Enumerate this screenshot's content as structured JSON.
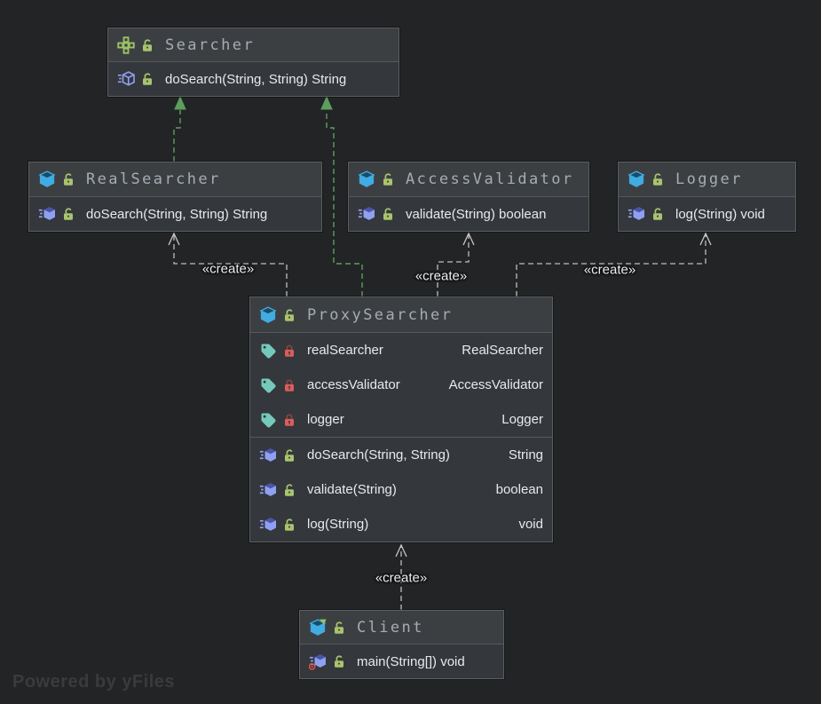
{
  "watermark": "Powered by yFiles",
  "edges": {
    "create_label": "«create»",
    "relations": [
      {
        "from": "RealSearcher",
        "to": "Searcher",
        "type": "realization"
      },
      {
        "from": "ProxySearcher",
        "to": "Searcher",
        "type": "realization"
      },
      {
        "from": "ProxySearcher",
        "to": "RealSearcher",
        "type": "create"
      },
      {
        "from": "ProxySearcher",
        "to": "AccessValidator",
        "type": "create"
      },
      {
        "from": "ProxySearcher",
        "to": "Logger",
        "type": "create"
      },
      {
        "from": "Client",
        "to": "ProxySearcher",
        "type": "create"
      }
    ]
  },
  "nodes": {
    "searcher": {
      "kind": "interface",
      "title": "Searcher",
      "members": [
        {
          "text": "doSearch(String, String) String"
        }
      ]
    },
    "real_searcher": {
      "kind": "class",
      "title": "RealSearcher",
      "members": [
        {
          "text": "doSearch(String, String) String"
        }
      ]
    },
    "access_validator": {
      "kind": "class",
      "title": "AccessValidator",
      "members": [
        {
          "text": "validate(String) boolean"
        }
      ]
    },
    "logger": {
      "kind": "class",
      "title": "Logger",
      "members": [
        {
          "text": "log(String) void"
        }
      ]
    },
    "proxy_searcher": {
      "kind": "class",
      "title": "ProxySearcher",
      "fields": [
        {
          "name": "realSearcher",
          "type": "RealSearcher"
        },
        {
          "name": "accessValidator",
          "type": "AccessValidator"
        },
        {
          "name": "logger",
          "type": "Logger"
        }
      ],
      "methods": [
        {
          "name": "doSearch(String, String)",
          "type": "String"
        },
        {
          "name": "validate(String)",
          "type": "boolean"
        },
        {
          "name": "log(String)",
          "type": "void"
        }
      ]
    },
    "client": {
      "kind": "class",
      "title": "Client",
      "members": [
        {
          "text": "main(String[]) void"
        }
      ]
    }
  },
  "colors": {
    "canvas": "#232426",
    "node_body": "#34373B",
    "node_header": "#3C3F42",
    "node_border": "#5B5D5F",
    "realization_edge": "#5C9E5C",
    "create_edge": "#BDBDBD",
    "class_icon_blue": "#40ACE2",
    "interface_icon_green": "#9DC363",
    "method_icon_lavender": "#8F9FF2",
    "field_icon_teal": "#75C9BB",
    "public_lock_green": "#A9C46D",
    "private_lock_red": "#DB5C5C"
  }
}
